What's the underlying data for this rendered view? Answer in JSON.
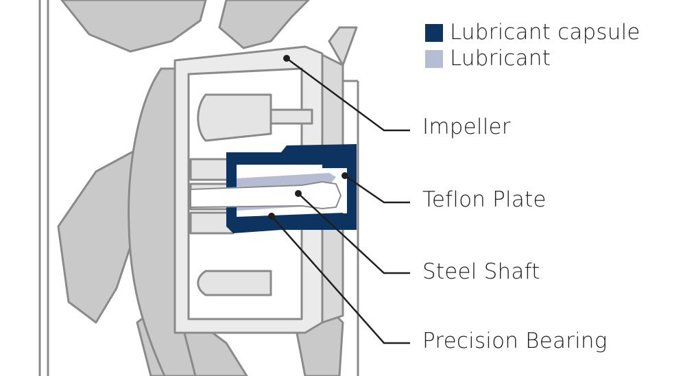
{
  "legend": {
    "items": [
      {
        "label": "Lubricant capsule",
        "color": "#0d3460"
      },
      {
        "label": "Lubricant",
        "color": "#b6bdd3"
      }
    ]
  },
  "callouts": {
    "impeller": "Impeller",
    "teflon_plate": "Teflon Plate",
    "steel_shaft": "Steel Shaft",
    "precision_bearing": "Precision Bearing"
  },
  "colors": {
    "outline": "#8a8a8a",
    "fill_gray": "#c9c9c9",
    "fill_light": "#ebebeb",
    "capsule": "#0d3460",
    "lubricant": "#b6bdd3",
    "leader": "#1f1f1f"
  }
}
